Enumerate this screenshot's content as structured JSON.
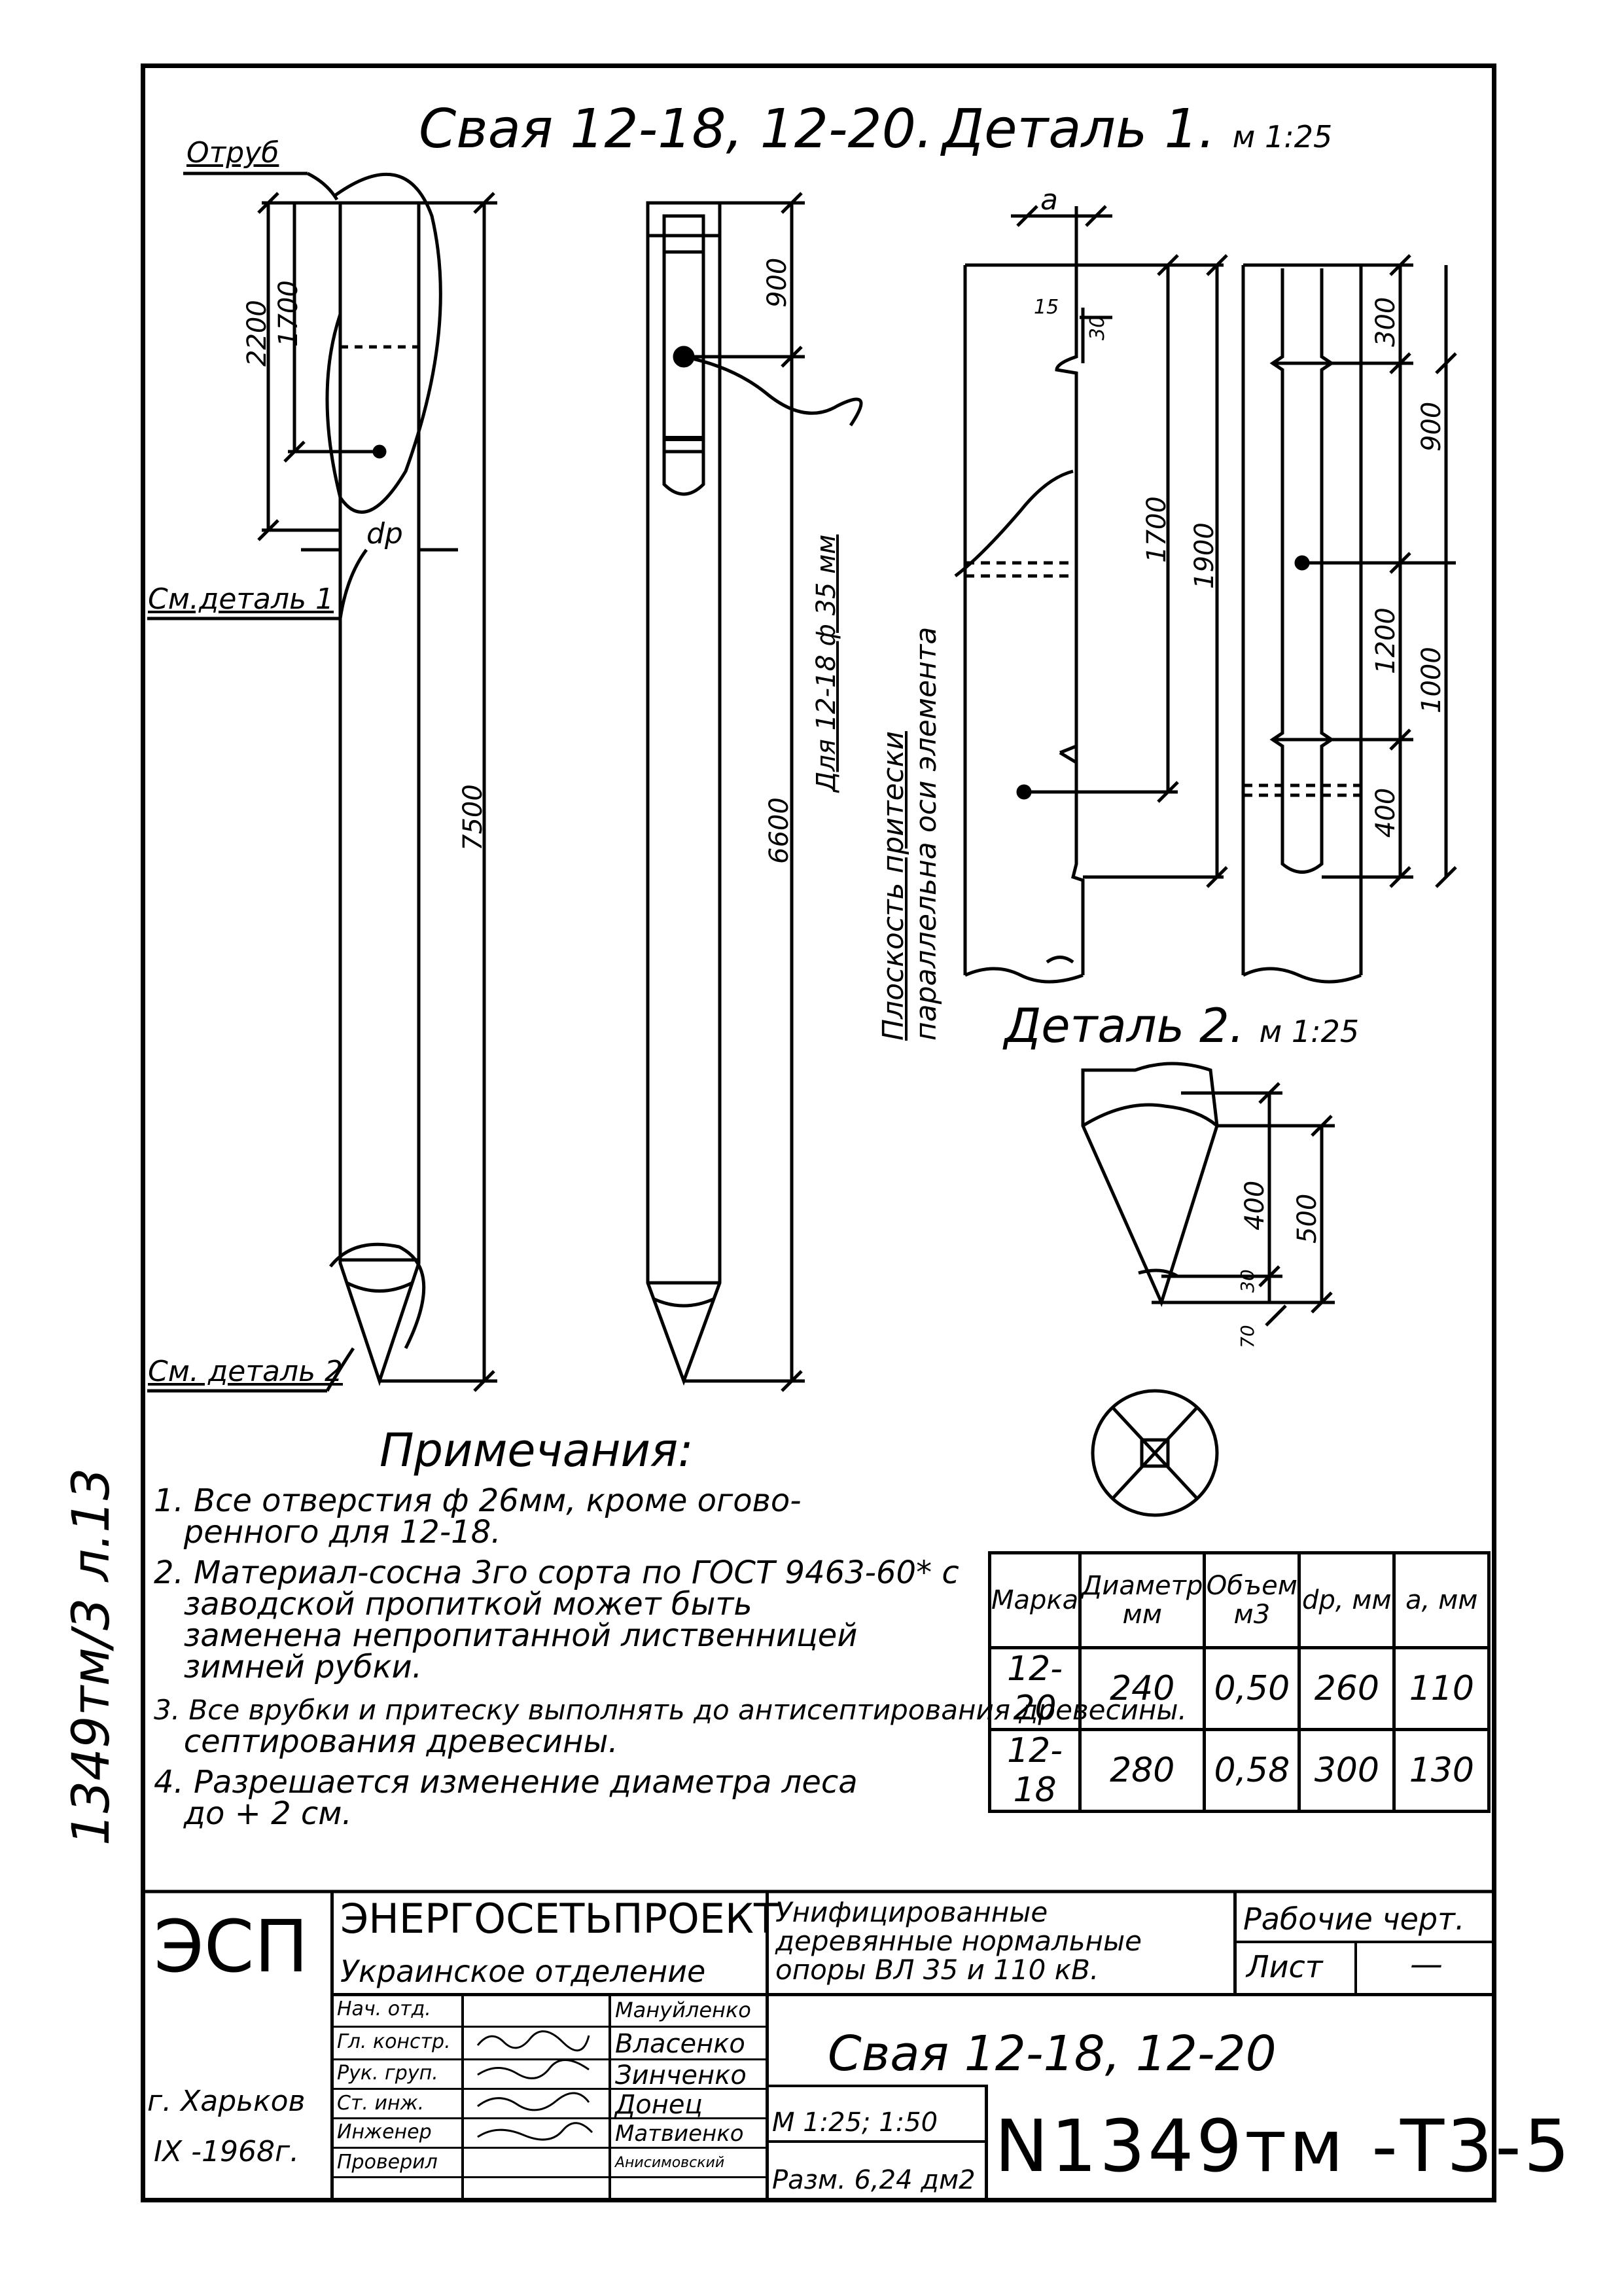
{
  "drawing": {
    "title": "Свая 12-18, 12-20.",
    "detail1_title": "Деталь 1.",
    "detail1_scale": "м 1:25",
    "detail2_title": "Деталь 2.",
    "detail2_scale": "м 1:25",
    "pile_left": {
      "label_top": "Отруб",
      "label_detail1": "См.деталь 1",
      "label_detail2": "См. деталь 2",
      "dim_2200": "2200",
      "dim_1700": "1700",
      "dim_dp": "dр",
      "dim_7500": "7500"
    },
    "pile_middle": {
      "dim_900": "900",
      "dim_6600": "6600",
      "hole_note": "Для 12-18 ф 35 мм"
    },
    "detail1": {
      "dim_a": "a",
      "dim_15": "15",
      "dim_30": "30",
      "dim_1700": "1700",
      "dim_1900": "1900",
      "dim_300": "300",
      "dim_900": "900",
      "dim_1200": "1200",
      "dim_1000": "1000",
      "dim_400": "400",
      "plane_note_1": "Плоскость притески",
      "plane_note_2": "параллельна оси элемента"
    },
    "detail2": {
      "dim_400": "400",
      "dim_500": "500",
      "dim_30": "30",
      "dim_70": "70"
    }
  },
  "notes": {
    "title": "Примечания:",
    "lines": [
      "1. Все отверстия ф 26мм, кроме огово-",
      "   ренного для 12-18.",
      "2. Материал-сосна 3го сорта по ГОСТ 9463-60* с",
      "   заводской пропиткой может быть",
      "   заменена непропитанной лиственницей",
      "   зимней рубки.",
      "3. Все врубки и притеску выполнять до антисептирования древесины.",
      "   септирования древесины.",
      "4. Разрешается изменение диаметра леса",
      "   до + 2 см."
    ]
  },
  "spec_table": {
    "headers": [
      "Марка",
      "Диаметр мм",
      "Объем м3",
      "dр, мм",
      "a, мм"
    ],
    "rows": [
      [
        "12-20",
        "240",
        "0,50",
        "260",
        "110"
      ],
      [
        "12-18",
        "280",
        "0,58",
        "300",
        "130"
      ]
    ]
  },
  "side_code": "1349тм/3 л.13",
  "title_block": {
    "logo": "ЭСП",
    "org_name": "ЭНЕРГОСЕТЬПРОЕКТ",
    "org_division": "Украинское отделение",
    "project_title": "Унифицированные деревянные нормальные опоры ВЛ 35 и 110 кВ.",
    "stage": "Рабочие черт.",
    "sheet_label": "Лист",
    "sheet_value": "—",
    "drawing_title": "Свая 12-18, 12-20",
    "scale": "М 1:25; 1:50",
    "size": "Разм. 6,24 дм2",
    "number": "N1349тм -Т3-5",
    "city": "г. Харьков",
    "date": "IX -1968г.",
    "roles": [
      {
        "role": "Нач. отд.",
        "name": "Мануйленко"
      },
      {
        "role": "Гл. констр.",
        "name": "Власенко"
      },
      {
        "role": "Рук. груп.",
        "name": "Зинченко"
      },
      {
        "role": "Ст. инж.",
        "name": "Донец"
      },
      {
        "role": "Инженер",
        "name": "Матвиенко"
      },
      {
        "role": "Проверил",
        "name": "Анисимовский"
      }
    ]
  }
}
